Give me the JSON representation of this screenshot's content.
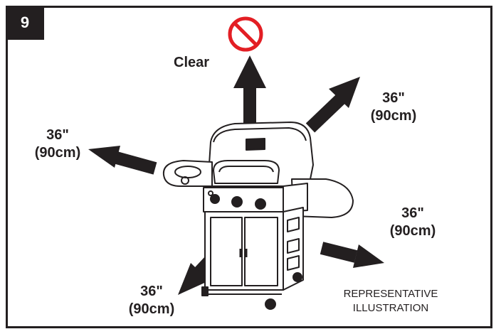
{
  "step": {
    "number": "9"
  },
  "labels": {
    "clear": "Clear",
    "top_right": {
      "inches": "36\"",
      "cm": "(90cm)"
    },
    "left": {
      "inches": "36\"",
      "cm": "(90cm)"
    },
    "right": {
      "inches": "36\"",
      "cm": "(90cm)"
    },
    "bottom_left": {
      "inches": "36\"",
      "cm": "(90cm)"
    }
  },
  "note": {
    "line1": "REPRESENTATIVE",
    "line2": "ILLUSTRATION"
  },
  "icons": {
    "prohibited": "no-symbol-icon",
    "arrows": "direction-arrow-icon",
    "grill": "gas-grill-illustration"
  },
  "colors": {
    "ink": "#231f20",
    "prohibit_red": "#e31e24",
    "background": "#ffffff"
  }
}
